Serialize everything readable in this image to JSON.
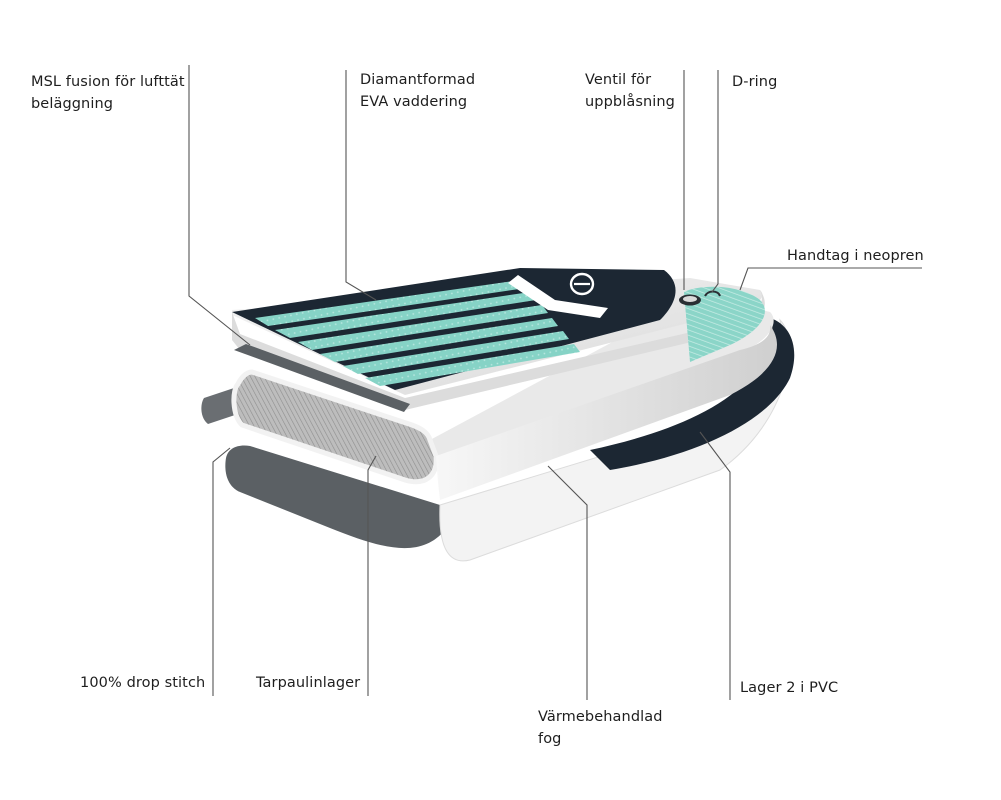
{
  "colors": {
    "teal": "#7fd1c4",
    "navy": "#1c2733",
    "panel_grey": "#e6e6e6",
    "layer_dark": "#555a5e",
    "leader_line": "#555555"
  },
  "icons": {
    "logo": "e-logo-icon",
    "valve": "valve-icon",
    "d_ring": "d-ring-icon"
  },
  "labels": {
    "msl": {
      "line1": "MSL fusion för lufttät",
      "line2": "beläggning"
    },
    "eva": {
      "line1": "Diamantformad",
      "line2": "EVA vaddering"
    },
    "valve": {
      "line1": "Ventil för",
      "line2": "uppblåsning"
    },
    "dring": {
      "line1": "D-ring"
    },
    "handle": {
      "line1": "Handtag i neopren"
    },
    "drop": {
      "line1": "100% drop stitch"
    },
    "tarp": {
      "line1": "Tarpaulinlager"
    },
    "heat": {
      "line1": "Värmebehandlad",
      "line2": "fog"
    },
    "pvc": {
      "line1": "Lager 2 i PVC"
    }
  }
}
